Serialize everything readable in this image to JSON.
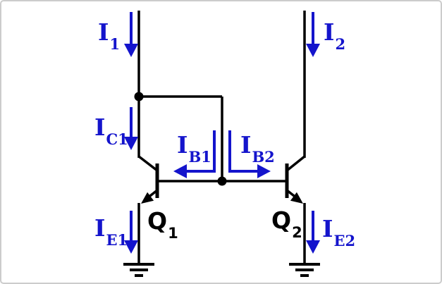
{
  "colors": {
    "wire": "#000000",
    "current": "#1414cc",
    "background": "#ffffff",
    "frame": "#cccccc"
  },
  "labels": {
    "i1": {
      "main": "I",
      "sub": "1"
    },
    "i2": {
      "main": "I",
      "sub": "2"
    },
    "ic1": {
      "main": "I",
      "sub": "C1"
    },
    "ib1": {
      "main": "I",
      "sub": "B1"
    },
    "ib2": {
      "main": "I",
      "sub": "B2"
    },
    "ie1": {
      "main": "I",
      "sub": "E1"
    },
    "ie2": {
      "main": "I",
      "sub": "E2"
    },
    "q1": {
      "main": "Q",
      "sub": "1"
    },
    "q2": {
      "main": "Q",
      "sub": "2"
    }
  }
}
